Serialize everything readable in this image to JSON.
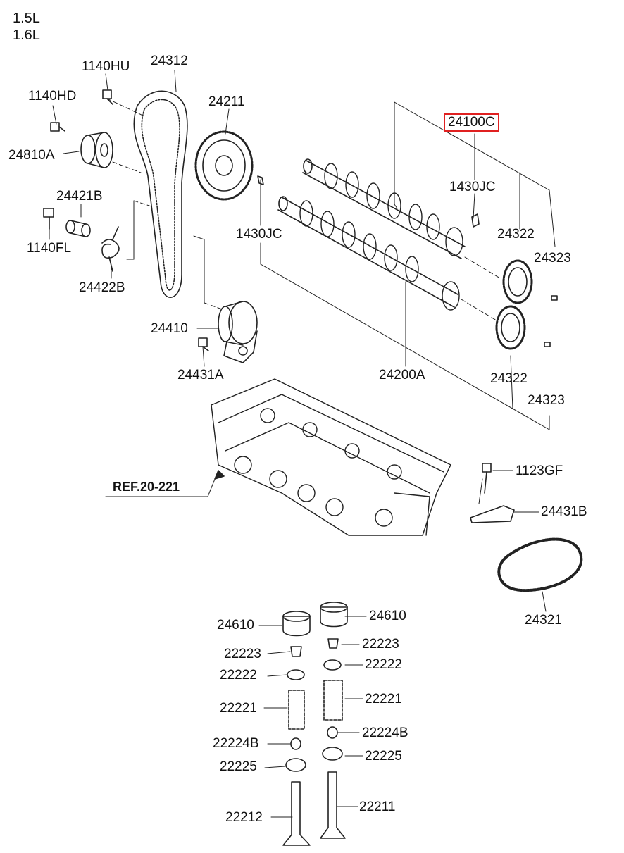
{
  "header": {
    "variant_1": "1.5L",
    "variant_2": "1.6L"
  },
  "diagram": {
    "highlight_color": "#e02020",
    "labels": {
      "p24312": "24312",
      "p1140HU": "1140HU",
      "p24211": "24211",
      "p1140HD": "1140HD",
      "p24810A": "24810A",
      "p24100C": "24100C",
      "p1430JC_top": "1430JC",
      "p24421B": "24421B",
      "p1430JC_left": "1430JC",
      "p24322_top": "24322",
      "p1140FL": "1140FL",
      "p24323_top": "24323",
      "p24422B": "24422B",
      "p24410": "24410",
      "p24431A": "24431A",
      "p24200A": "24200A",
      "p24322_bottom": "24322",
      "p24323_bottom": "24323",
      "p1123GF": "1123GF",
      "ref": "REF.20-221",
      "p24431B": "24431B",
      "p24321": "24321",
      "p24610_left": "24610",
      "p24610_right": "24610",
      "p22223_left": "22223",
      "p22223_right": "22223",
      "p22222_left": "22222",
      "p22222_right": "22222",
      "p22221_left": "22221",
      "p22221_right": "22221",
      "p22224B_left": "22224B",
      "p22224B_right": "22224B",
      "p22225_left": "22225",
      "p22225_right": "22225",
      "p22212": "22212",
      "p22211": "22211"
    }
  }
}
